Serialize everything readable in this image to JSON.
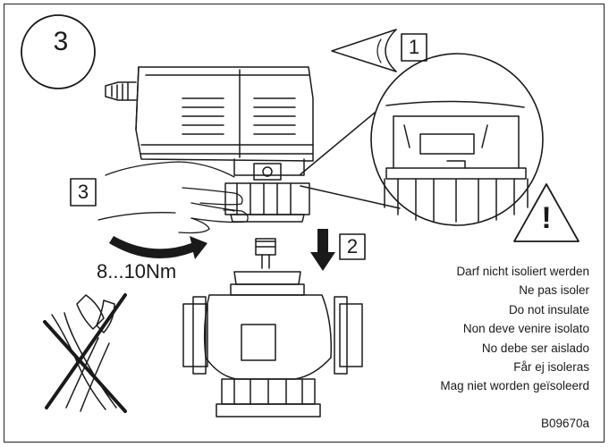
{
  "step_number": "3",
  "callouts": {
    "view": "1",
    "press": "2",
    "turn": "3"
  },
  "torque": "8...10Nm",
  "warning_notes": [
    "Darf nicht isoliert werden",
    "Ne pas isoler",
    "Do not insulate",
    "Non deve venire isolato",
    "No debe ser aislado",
    "Får ej isoleras",
    "Mag niet worden geïsoleerd"
  ],
  "figure_code": "B09670a"
}
